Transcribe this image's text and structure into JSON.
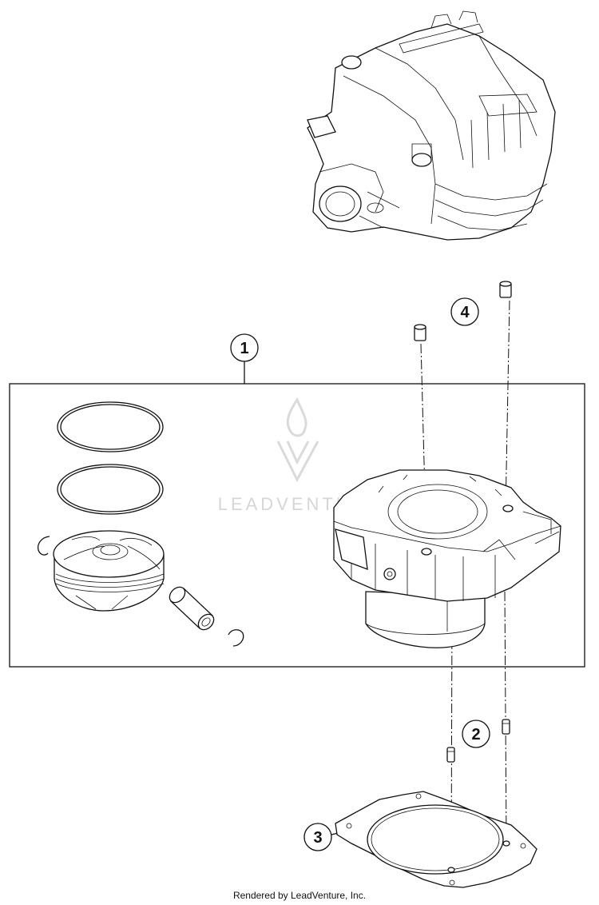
{
  "watermark": {
    "brand": "LEADVENTURE"
  },
  "callouts": [
    {
      "number": "1",
      "part": "cylinder-kit"
    },
    {
      "number": "2",
      "part": "dowel-pin"
    },
    {
      "number": "3",
      "part": "cylinder-base-gasket"
    },
    {
      "number": "4",
      "part": "dowel-sleeve"
    }
  ],
  "footer": {
    "text": "Rendered by LeadVenture, Inc."
  },
  "colors": {
    "line": "#111111",
    "watermark": "#d6d6d6",
    "background": "#ffffff"
  }
}
